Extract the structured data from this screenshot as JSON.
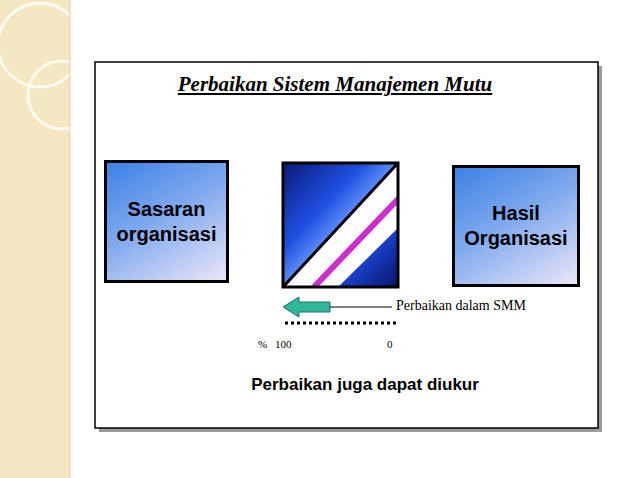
{
  "diagram": {
    "title": "Perbaikan Sistem Manajemen Mutu",
    "nodes": [
      {
        "text": [
          "Sasaran organisasi"
        ]
      },
      {
        "text": [
          "Hasil Organisasi"
        ]
      }
    ],
    "labels": [
      "Perbaikan dalam SMM",
      "%",
      "100",
      "0",
      "Perbaikan juga dapat diukur"
    ]
  }
}
